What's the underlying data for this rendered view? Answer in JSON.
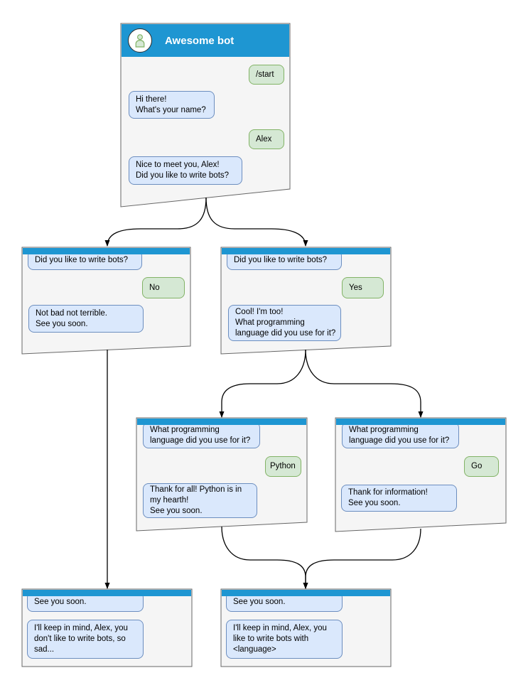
{
  "colors": {
    "header_blue": "#1e96d2",
    "title_text": "#ffffff",
    "card_fill": "#f5f5f5",
    "card_border": "#666666",
    "bot_bubble_fill": "#dae8fc",
    "bot_bubble_border": "#6c8ebf",
    "user_bubble_fill": "#d5e8d4",
    "user_bubble_border": "#82b366",
    "edge_color": "#000000"
  },
  "icons": {
    "header_avatar": "person-icon"
  },
  "cards": {
    "root": {
      "title": "Awesome bot",
      "m0": "/start",
      "m1": "Hi there!\nWhat's your name?",
      "m2": "Alex",
      "m3": "Nice to meet you, Alex!\nDid you like to write bots?"
    },
    "no": {
      "q": "Did you like to write bots?",
      "a": "No",
      "r": "Not bad not terrible.\nSee you soon."
    },
    "yes": {
      "q": "Did you like to write bots?",
      "a": "Yes",
      "r": "Cool! I'm too!\nWhat programming\nlanguage did you use for it?"
    },
    "python": {
      "q": "What programming\nlanguage did you use for it?",
      "a": "Python",
      "r": "Thank for all! Python is in\nmy hearth!\nSee you soon."
    },
    "go": {
      "q": "What programming\nlanguage did you use for it?",
      "a": "Go",
      "r": "Thank for information!\nSee you soon."
    },
    "end_left": {
      "q": "See you soon.",
      "r": "I'll keep in mind, Alex, you\ndon't like to write bots, so\nsad..."
    },
    "end_right": {
      "q": "See you soon.",
      "r": "I'll keep in mind, Alex, you\nlike to write bots with\n<language>"
    }
  }
}
